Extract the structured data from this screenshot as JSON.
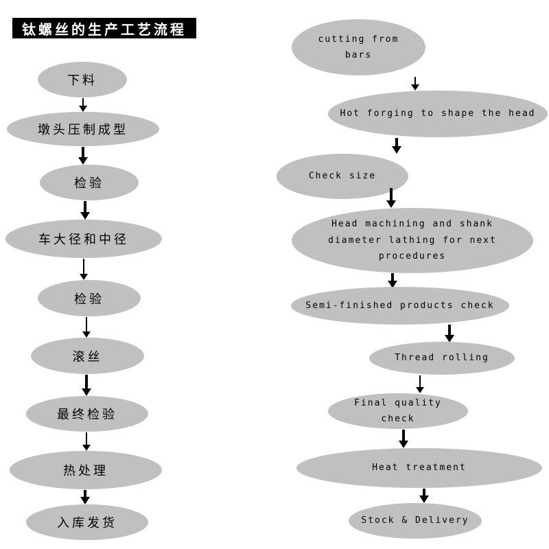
{
  "title": "钛螺丝的生产工艺流程",
  "colors": {
    "ellipse_fill": "#c0c0c0",
    "title_bg": "#000000",
    "title_text": "#ffffff",
    "arrow": "#000000",
    "background": "#ffffff"
  },
  "left_flow": {
    "language": "zh",
    "steps": [
      {
        "label": "下料"
      },
      {
        "label": "墩头压制成型"
      },
      {
        "label": "检验"
      },
      {
        "label": "车大径和中径"
      },
      {
        "label": "检验"
      },
      {
        "label": "滚丝"
      },
      {
        "label": "最终检验"
      },
      {
        "label": "热处理"
      },
      {
        "label": "入库发货"
      }
    ]
  },
  "right_flow": {
    "language": "en",
    "steps": [
      {
        "label": "cutting from bars"
      },
      {
        "label": "Hot forging to shape the head"
      },
      {
        "label": "Check size"
      },
      {
        "label": "Head machining and shank diameter lathing for next procedures"
      },
      {
        "label": "Semi-finished products check"
      },
      {
        "label": "Thread rolling"
      },
      {
        "label": "Final quality check"
      },
      {
        "label": "Heat treatment"
      },
      {
        "label": "Stock & Delivery"
      }
    ]
  }
}
